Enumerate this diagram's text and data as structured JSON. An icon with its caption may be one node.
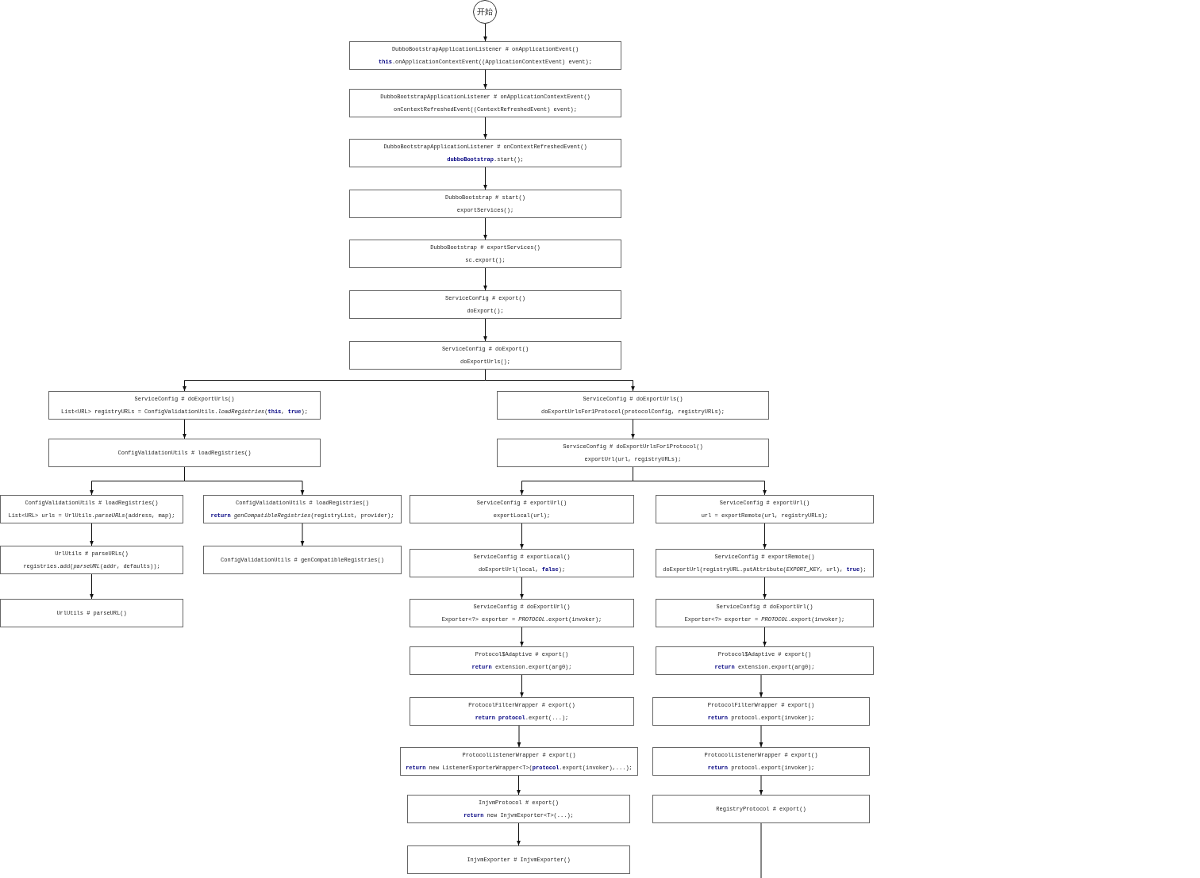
{
  "diagram": {
    "nodes": [
      {
        "text": [
          "开始"
        ]
      },
      {
        "text": [
          "DubboBootstrapApplicationListener # onApplicationEvent()",
          "**this**.onApplicationContextEvent((ApplicationContextEvent) event);"
        ]
      },
      {
        "text": [
          "DubboBootstrapApplicationListener # onApplicationContextEvent()",
          "onContextRefreshedEvent((ContextRefreshedEvent) event);"
        ]
      },
      {
        "text": [
          "DubboBootstrapApplicationListener # onContextRefreshedEvent()",
          "**dubboBootstrap**.start();"
        ]
      },
      {
        "text": [
          "DubboBootstrap # start()",
          "exportServices();"
        ]
      },
      {
        "text": [
          "DubboBootstrap # exportServices()",
          "sc.export();"
        ]
      },
      {
        "text": [
          "ServiceConfig # export()",
          "doExport();"
        ]
      },
      {
        "text": [
          "ServiceConfig # doExport()",
          "doExportUrls();"
        ]
      },
      {
        "text": [
          "ServiceConfig # doExportUrls()",
          "List<URL> registryURLs = ConfigValidationUtils.*loadRegistries*(**this**, **true**);"
        ]
      },
      {
        "text": [
          "ServiceConfig # doExportUrls()",
          "doExportUrlsFor1Protocol(protocolConfig, registryURLs);"
        ]
      },
      {
        "text": [
          "ConfigValidationUtils # loadRegistries()"
        ]
      },
      {
        "text": [
          "ServiceConfig # doExportUrlsFor1Protocol()",
          "exportUrl(url, registryURLs);"
        ]
      },
      {
        "text": [
          "ConfigValidationUtils # loadRegistries()",
          "List<URL> urls = UrlUtils.*parseURLs*(address, map);"
        ]
      },
      {
        "text": [
          "ConfigValidationUtils # loadRegistries()",
          "**return** *genCompatibleRegistries*(registryList, provider);"
        ]
      },
      {
        "text": [
          "ServiceConfig # exportUrl()",
          "exportLocal(url);"
        ]
      },
      {
        "text": [
          "ServiceConfig # exportUrl()",
          "url = exportRemote(url, registryURLs);"
        ]
      },
      {
        "text": [
          "UrlUtils # parseURLs()",
          "registries.add(*parseURL*(addr, defaults));"
        ]
      },
      {
        "text": [
          "ConfigValidationUtils # genCompatibleRegistries()"
        ]
      },
      {
        "text": [
          "ServiceConfig # exportLocal()",
          "doExportUrl(local, **false**);"
        ]
      },
      {
        "text": [
          "ServiceConfig # exportRemote()",
          "doExportUrl(registryURL.putAttribute(*EXPORT_KEY*, url), **true**);"
        ]
      },
      {
        "text": [
          "UrlUtils # parseURL()"
        ]
      },
      {
        "text": [
          "ServiceConfig # doExportUrl()",
          "Exporter<?> exporter = *PROTOCOL*.export(invoker);"
        ]
      },
      {
        "text": [
          "ServiceConfig # doExportUrl()",
          "Exporter<?> exporter = *PROTOCOL*.export(invoker);"
        ]
      },
      {
        "text": [
          "Protocol$Adaptive # export()",
          "**return** extension.export(arg0);"
        ]
      },
      {
        "text": [
          "Protocol$Adaptive # export()",
          "**return** extension.export(arg0);"
        ]
      },
      {
        "text": [
          "ProtocolFilterWrapper # export()",
          "**return** **protocol**.export(...);"
        ]
      },
      {
        "text": [
          "ProtocolFilterWrapper # export()",
          "**return** protocol.export(invoker);"
        ]
      },
      {
        "text": [
          "ProtocolListenerWrapper # export()",
          "**return** new ListenerExporterWrapper<T>(**protocol**.export(invoker),...);"
        ]
      },
      {
        "text": [
          "ProtocolListenerWrapper # export()",
          "**return** protocol.export(invoker);"
        ]
      },
      {
        "text": [
          "InjvmProtocol # export()",
          "**return** new InjvmExporter<T>(...);"
        ]
      },
      {
        "text": [
          "RegistryProtocol # export()"
        ]
      },
      {
        "text": [
          "InjvmExporter # InjvmExporter()"
        ]
      }
    ],
    "edges": [
      {
        "from": 0,
        "to": 1,
        "arrow": "to"
      },
      {
        "from": 1,
        "to": 2,
        "arrow": "to"
      },
      {
        "from": 2,
        "to": 3,
        "arrow": "to"
      },
      {
        "from": 3,
        "to": 4,
        "arrow": "to"
      },
      {
        "from": 4,
        "to": 5,
        "arrow": "to"
      },
      {
        "from": 5,
        "to": 6,
        "arrow": "to"
      },
      {
        "from": 6,
        "to": 7,
        "arrow": "to"
      },
      {
        "from": 7,
        "to": 8,
        "arrow": "to"
      },
      {
        "from": 7,
        "to": 9,
        "arrow": "to"
      },
      {
        "from": 8,
        "to": 10,
        "arrow": "to"
      },
      {
        "from": 9,
        "to": 11,
        "arrow": "to"
      },
      {
        "from": 10,
        "to": 12,
        "arrow": "to"
      },
      {
        "from": 10,
        "to": 13,
        "arrow": "to"
      },
      {
        "from": 11,
        "to": 14,
        "arrow": "to"
      },
      {
        "from": 11,
        "to": 15,
        "arrow": "to"
      },
      {
        "from": 12,
        "to": 16,
        "arrow": "to"
      },
      {
        "from": 13,
        "to": 17,
        "arrow": "to"
      },
      {
        "from": 14,
        "to": 18,
        "arrow": "to"
      },
      {
        "from": 15,
        "to": 19,
        "arrow": "to"
      },
      {
        "from": 16,
        "to": 20,
        "arrow": "to"
      },
      {
        "from": 18,
        "to": 21,
        "arrow": "to"
      },
      {
        "from": 19,
        "to": 22,
        "arrow": "to"
      },
      {
        "from": 21,
        "to": 23,
        "arrow": "to"
      },
      {
        "from": 22,
        "to": 24,
        "arrow": "to"
      },
      {
        "from": 23,
        "to": 25,
        "arrow": "to"
      },
      {
        "from": 24,
        "to": 26,
        "arrow": "to"
      },
      {
        "from": 25,
        "to": 27,
        "arrow": "to"
      },
      {
        "from": 26,
        "to": 28,
        "arrow": "to"
      },
      {
        "from": 27,
        "to": 29,
        "arrow": "to"
      },
      {
        "from": 28,
        "to": 30,
        "arrow": "to"
      },
      {
        "from": 29,
        "to": 31,
        "arrow": "to"
      },
      {
        "from": 30,
        "to": null,
        "arrow": "none"
      }
    ]
  }
}
